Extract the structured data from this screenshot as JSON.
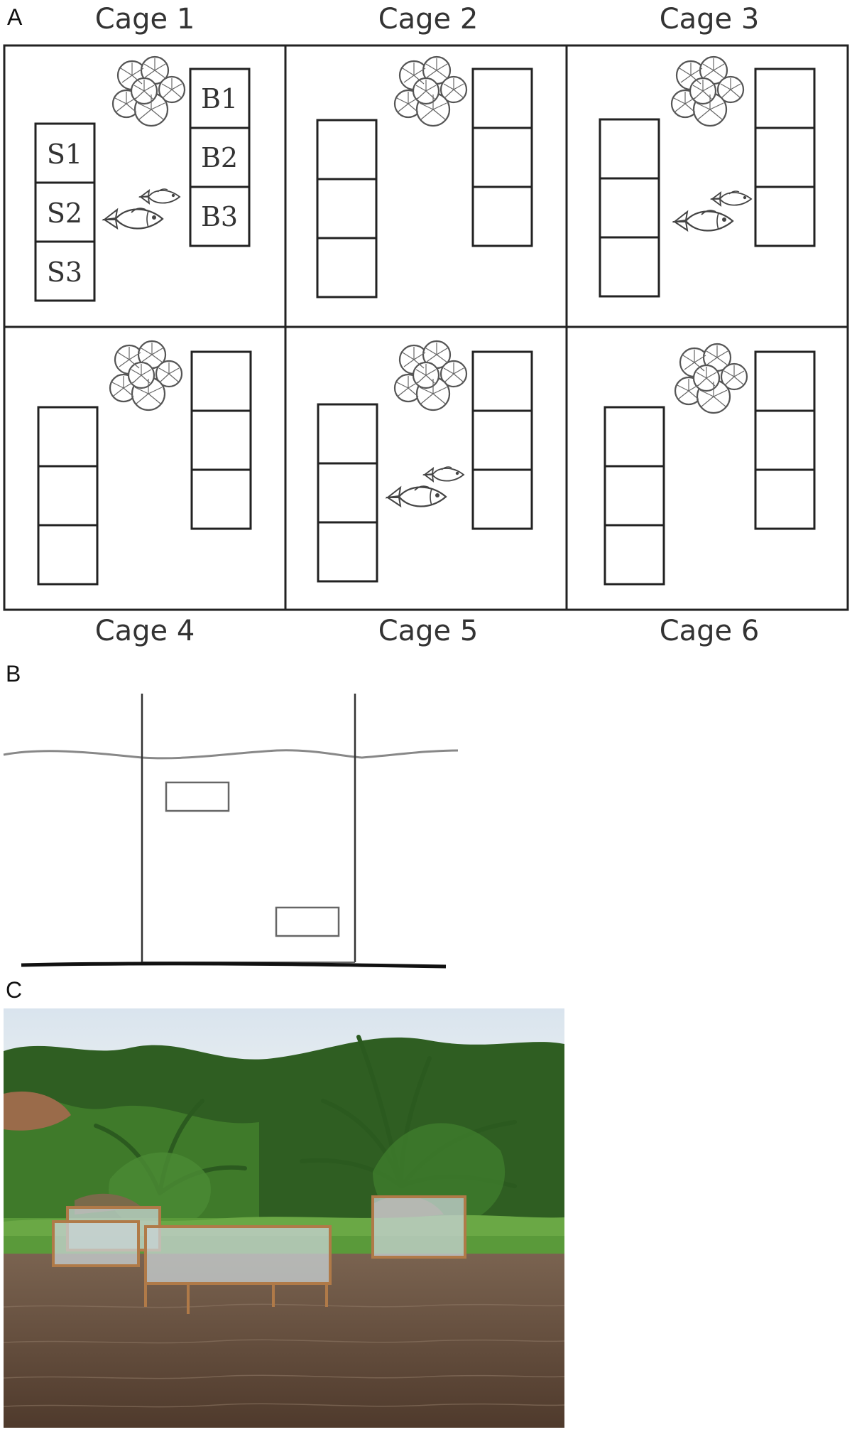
{
  "panels": {
    "a": {
      "letter": "A"
    },
    "b": {
      "letter": "B"
    },
    "c": {
      "letter": "C"
    }
  },
  "cages": [
    {
      "label": "Cage 1",
      "lily": true,
      "fish": true,
      "stack_left_labels": [
        "S1",
        "S2",
        "S3"
      ],
      "stack_right_labels": [
        "B1",
        "B2",
        "B3"
      ]
    },
    {
      "label": "Cage 2",
      "lily": true,
      "fish": false,
      "stack_left_labels": [
        "",
        "",
        ""
      ],
      "stack_right_labels": [
        "",
        "",
        ""
      ]
    },
    {
      "label": "Cage 3",
      "lily": true,
      "fish": true,
      "stack_left_labels": [
        "",
        "",
        ""
      ],
      "stack_right_labels": [
        "",
        "",
        ""
      ]
    },
    {
      "label": "Cage 4",
      "lily": true,
      "fish": false,
      "stack_left_labels": [
        "",
        "",
        ""
      ],
      "stack_right_labels": [
        "",
        "",
        ""
      ]
    },
    {
      "label": "Cage 5",
      "lily": true,
      "fish": true,
      "stack_left_labels": [
        "",
        "",
        ""
      ],
      "stack_right_labels": [
        "",
        "",
        ""
      ]
    },
    {
      "label": "Cage 6",
      "lily": true,
      "fish": false,
      "stack_left_labels": [
        "",
        "",
        ""
      ],
      "stack_right_labels": [
        "",
        "",
        ""
      ]
    }
  ],
  "icons": {
    "lily": "water-lily-icon",
    "fish": "fish-icon"
  },
  "colors": {
    "grid_line": "#222222",
    "icon_stroke": "#555555",
    "water_line": "#888888",
    "sky": "#e4ecf2",
    "vegetation": "#3f7a2a",
    "water": "#6e5440",
    "cage_frame": "#b07a48"
  }
}
